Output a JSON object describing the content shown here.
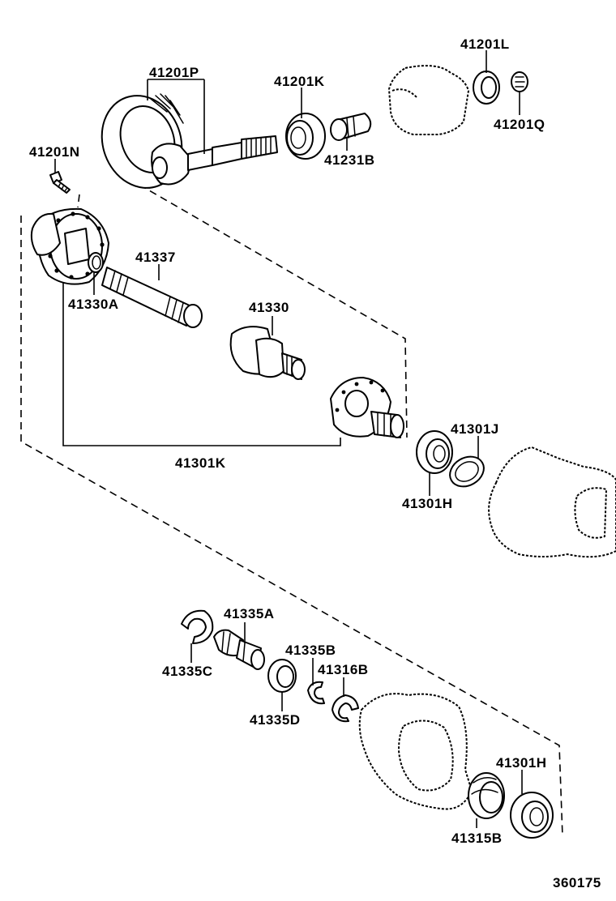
{
  "diagram": {
    "catalog_number": "360175",
    "labels": {
      "p41201P": "41201P",
      "p41201K": "41201K",
      "p41201L": "41201L",
      "p41201Q": "41201Q",
      "p41231B": "41231B",
      "p41201N": "41201N",
      "p41337": "41337",
      "p41330A": "41330A",
      "p41330": "41330",
      "p41301K": "41301K",
      "p41301J": "41301J",
      "p41301H_top": "41301H",
      "p41335A": "41335A",
      "p41335B": "41335B",
      "p41316B": "41316B",
      "p41335C": "41335C",
      "p41335D": "41335D",
      "p41301H_bottom": "41301H",
      "p41315B": "41315B"
    }
  }
}
